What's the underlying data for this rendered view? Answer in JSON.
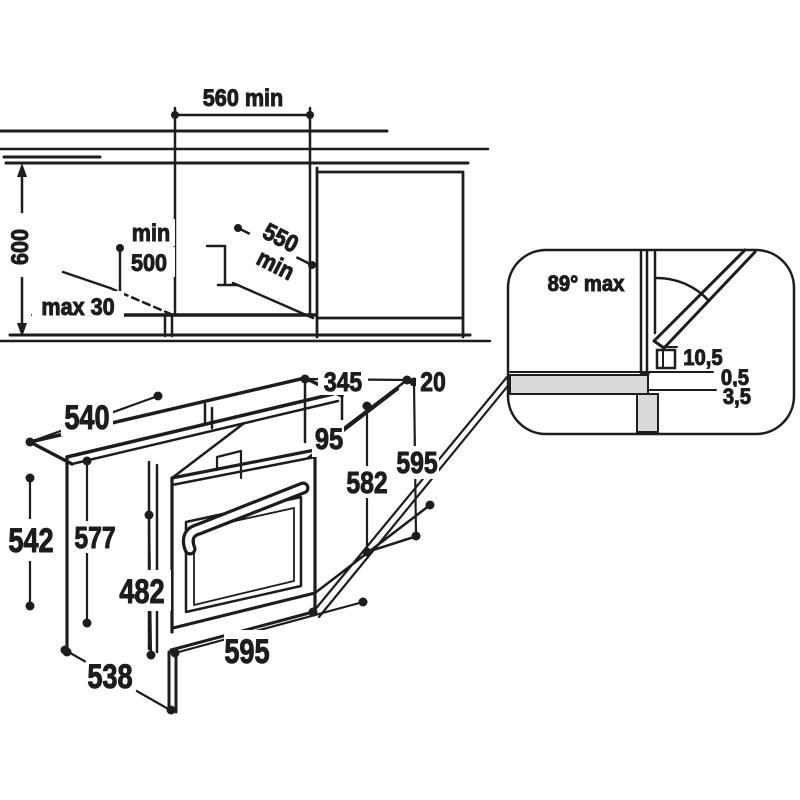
{
  "colors": {
    "line": "#1d1d1b",
    "panel_gray": "#d9d9d9",
    "label_bg": "#ffffff"
  },
  "section_view": {
    "niche_width": "560 min",
    "overall_height": "600",
    "clearance_min_word": "min",
    "clearance_value": "500",
    "depth_value": "550",
    "depth_min_word": "min",
    "plinth_recess": "max 30"
  },
  "detail_view": {
    "door_open_angle": "89° max",
    "gap_top": "10,5",
    "gap_mid": "0,5",
    "gap_bottom": "3,5"
  },
  "isometric_view": {
    "top_depth": "540",
    "side_height": "542",
    "front_inner_height": "577",
    "opening_height": "482",
    "bottom_depth": "538",
    "front_width": "595",
    "body_depth": "582",
    "overall_height": "595",
    "top_rear_depth": "345",
    "rear_gap": "20",
    "top_front_offset": "95"
  }
}
